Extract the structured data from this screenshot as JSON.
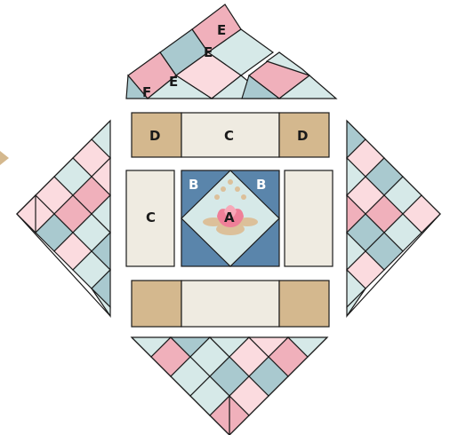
{
  "labels": {
    "a": "A",
    "b_left": "B",
    "b_right": "B",
    "c_top": "C",
    "c_left": "C",
    "d_left": "D",
    "d_right": "D",
    "e_top": "E",
    "e_mid": "E",
    "e_low": "E",
    "f": "F"
  },
  "colors": {
    "outline": "#1a1a1a",
    "tan": "#d4b88e",
    "cream": "#efebe1",
    "slate_blue": "#5a85ab",
    "pale_aqua": "#d6e9e8",
    "dusty_teal": "#a9c9cf",
    "rose": "#f0b0bb",
    "blush": "#fbdbdf",
    "lotus_pink": "#ef7f98",
    "leaf_beige": "#dcc09a"
  },
  "icons": {
    "lotus": "lotus-flower-icon",
    "arrow": "arrow-notch-icon"
  }
}
